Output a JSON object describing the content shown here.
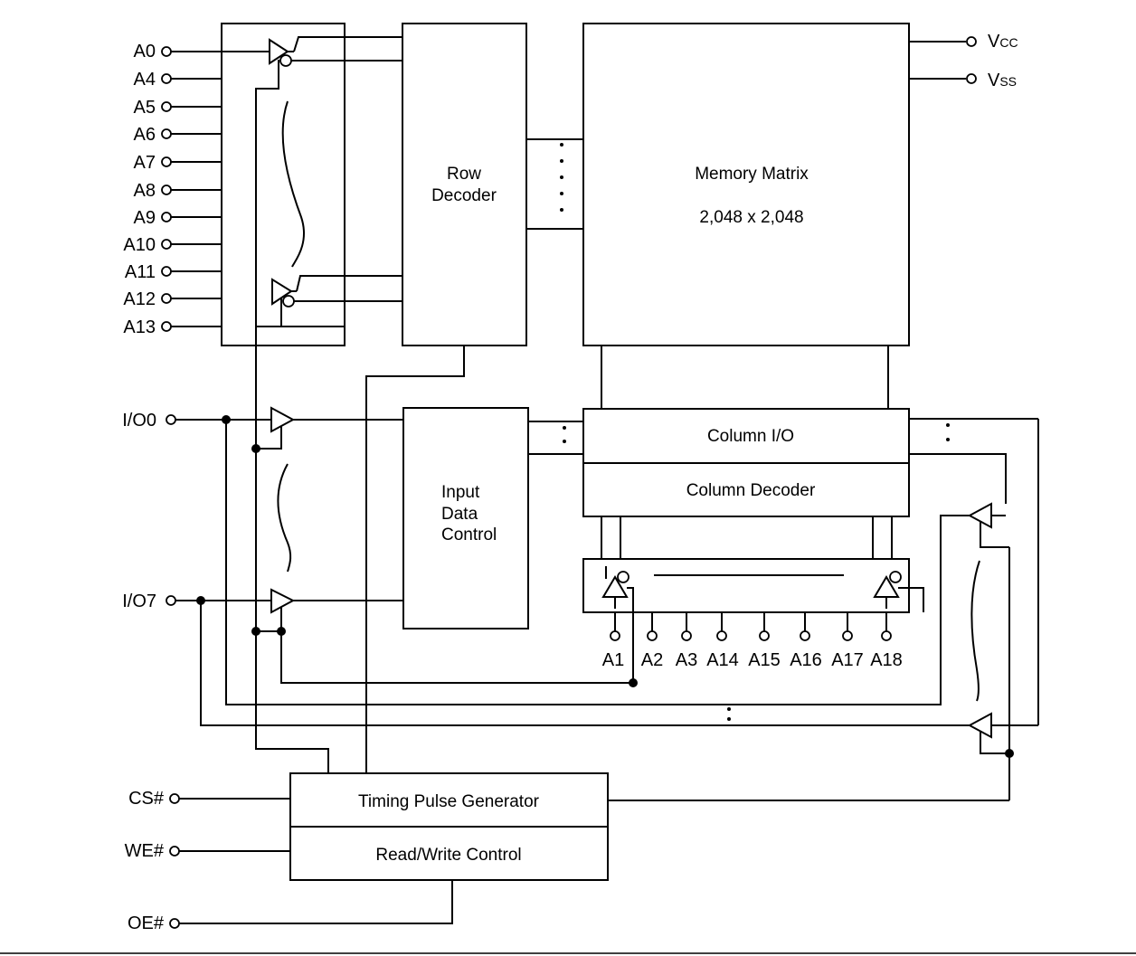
{
  "address_pins": [
    "A0",
    "A4",
    "A5",
    "A6",
    "A7",
    "A8",
    "A9",
    "A10",
    "A11",
    "A12",
    "A13"
  ],
  "io_pins": [
    "I/O0",
    "I/O7"
  ],
  "column_address_pins": [
    "A1",
    "A2",
    "A3",
    "A14",
    "A15",
    "A16",
    "A17",
    "A18"
  ],
  "control_pins": [
    "CS#",
    "WE#",
    "OE#"
  ],
  "power_pins": [
    {
      "main": "V",
      "sub": "CC"
    },
    {
      "main": "V",
      "sub": "SS"
    }
  ],
  "blocks": {
    "row_decoder": [
      "Row",
      "Decoder"
    ],
    "memory_matrix": [
      "Memory Matrix",
      "2,048 x 2,048"
    ],
    "column_io": "Column I/O",
    "column_decoder": "Column Decoder",
    "input_data_control": [
      "Input",
      "Data",
      "Control"
    ],
    "timing_pulse_generator": "Timing Pulse Generator",
    "read_write_control": "Read/Write Control"
  }
}
